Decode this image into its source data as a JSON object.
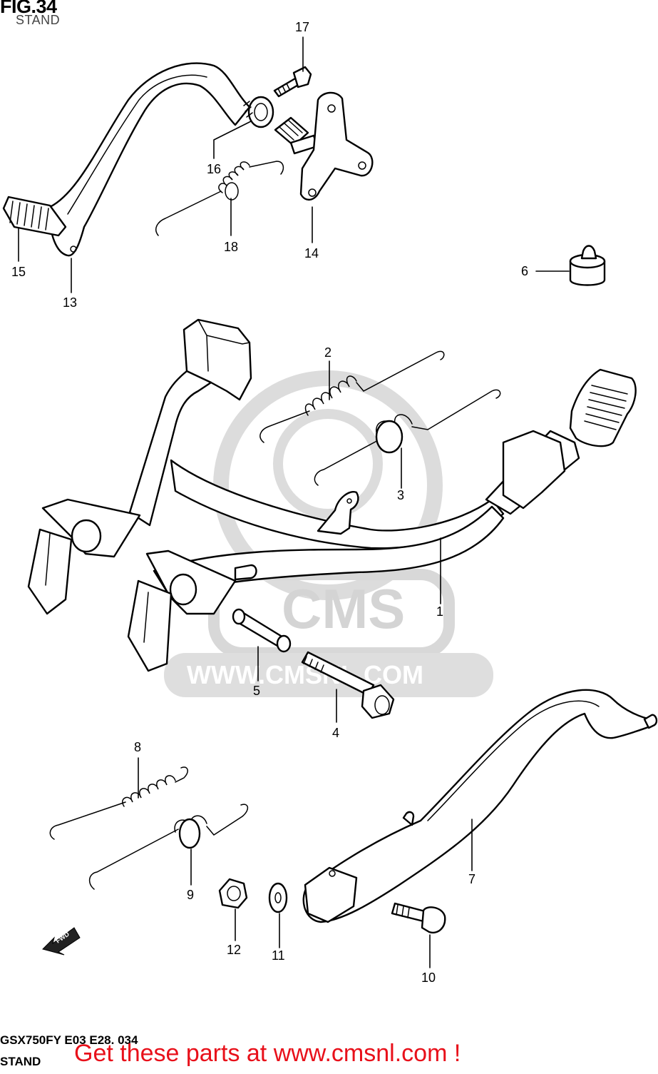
{
  "header": {
    "figure": "FIG.34",
    "subtitle": "STAND"
  },
  "footer": {
    "model_code": "GSX750FY E03 E28. 034",
    "label": "STAND",
    "banner": "Get these parts at www.cmsnl.com !"
  },
  "watermark": {
    "brand": "CMS",
    "url": "WWW.CMSNL.COM"
  },
  "direction_marker": "FWD",
  "callouts": {
    "c1": "1",
    "c2": "2",
    "c3": "3",
    "c4": "4",
    "c5": "5",
    "c6": "6",
    "c7": "7",
    "c8": "8",
    "c9": "9",
    "c10": "10",
    "c11": "11",
    "c12": "12",
    "c13": "13",
    "c14": "14",
    "c15": "15",
    "c16": "16",
    "c17": "17",
    "c18": "18"
  },
  "colors": {
    "line": "#000000",
    "watermark": "#d4d4d4",
    "banner": "#e8101a"
  }
}
